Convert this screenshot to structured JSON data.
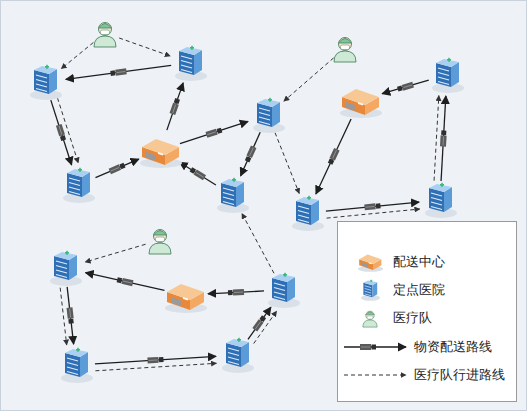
{
  "diagram": {
    "legend": [
      {
        "text": "配送中心"
      },
      {
        "text": "定点医院"
      },
      {
        "text": "医疗队"
      },
      {
        "text": "物资配送路线"
      },
      {
        "text": "医疗队行进路线"
      }
    ]
  }
}
